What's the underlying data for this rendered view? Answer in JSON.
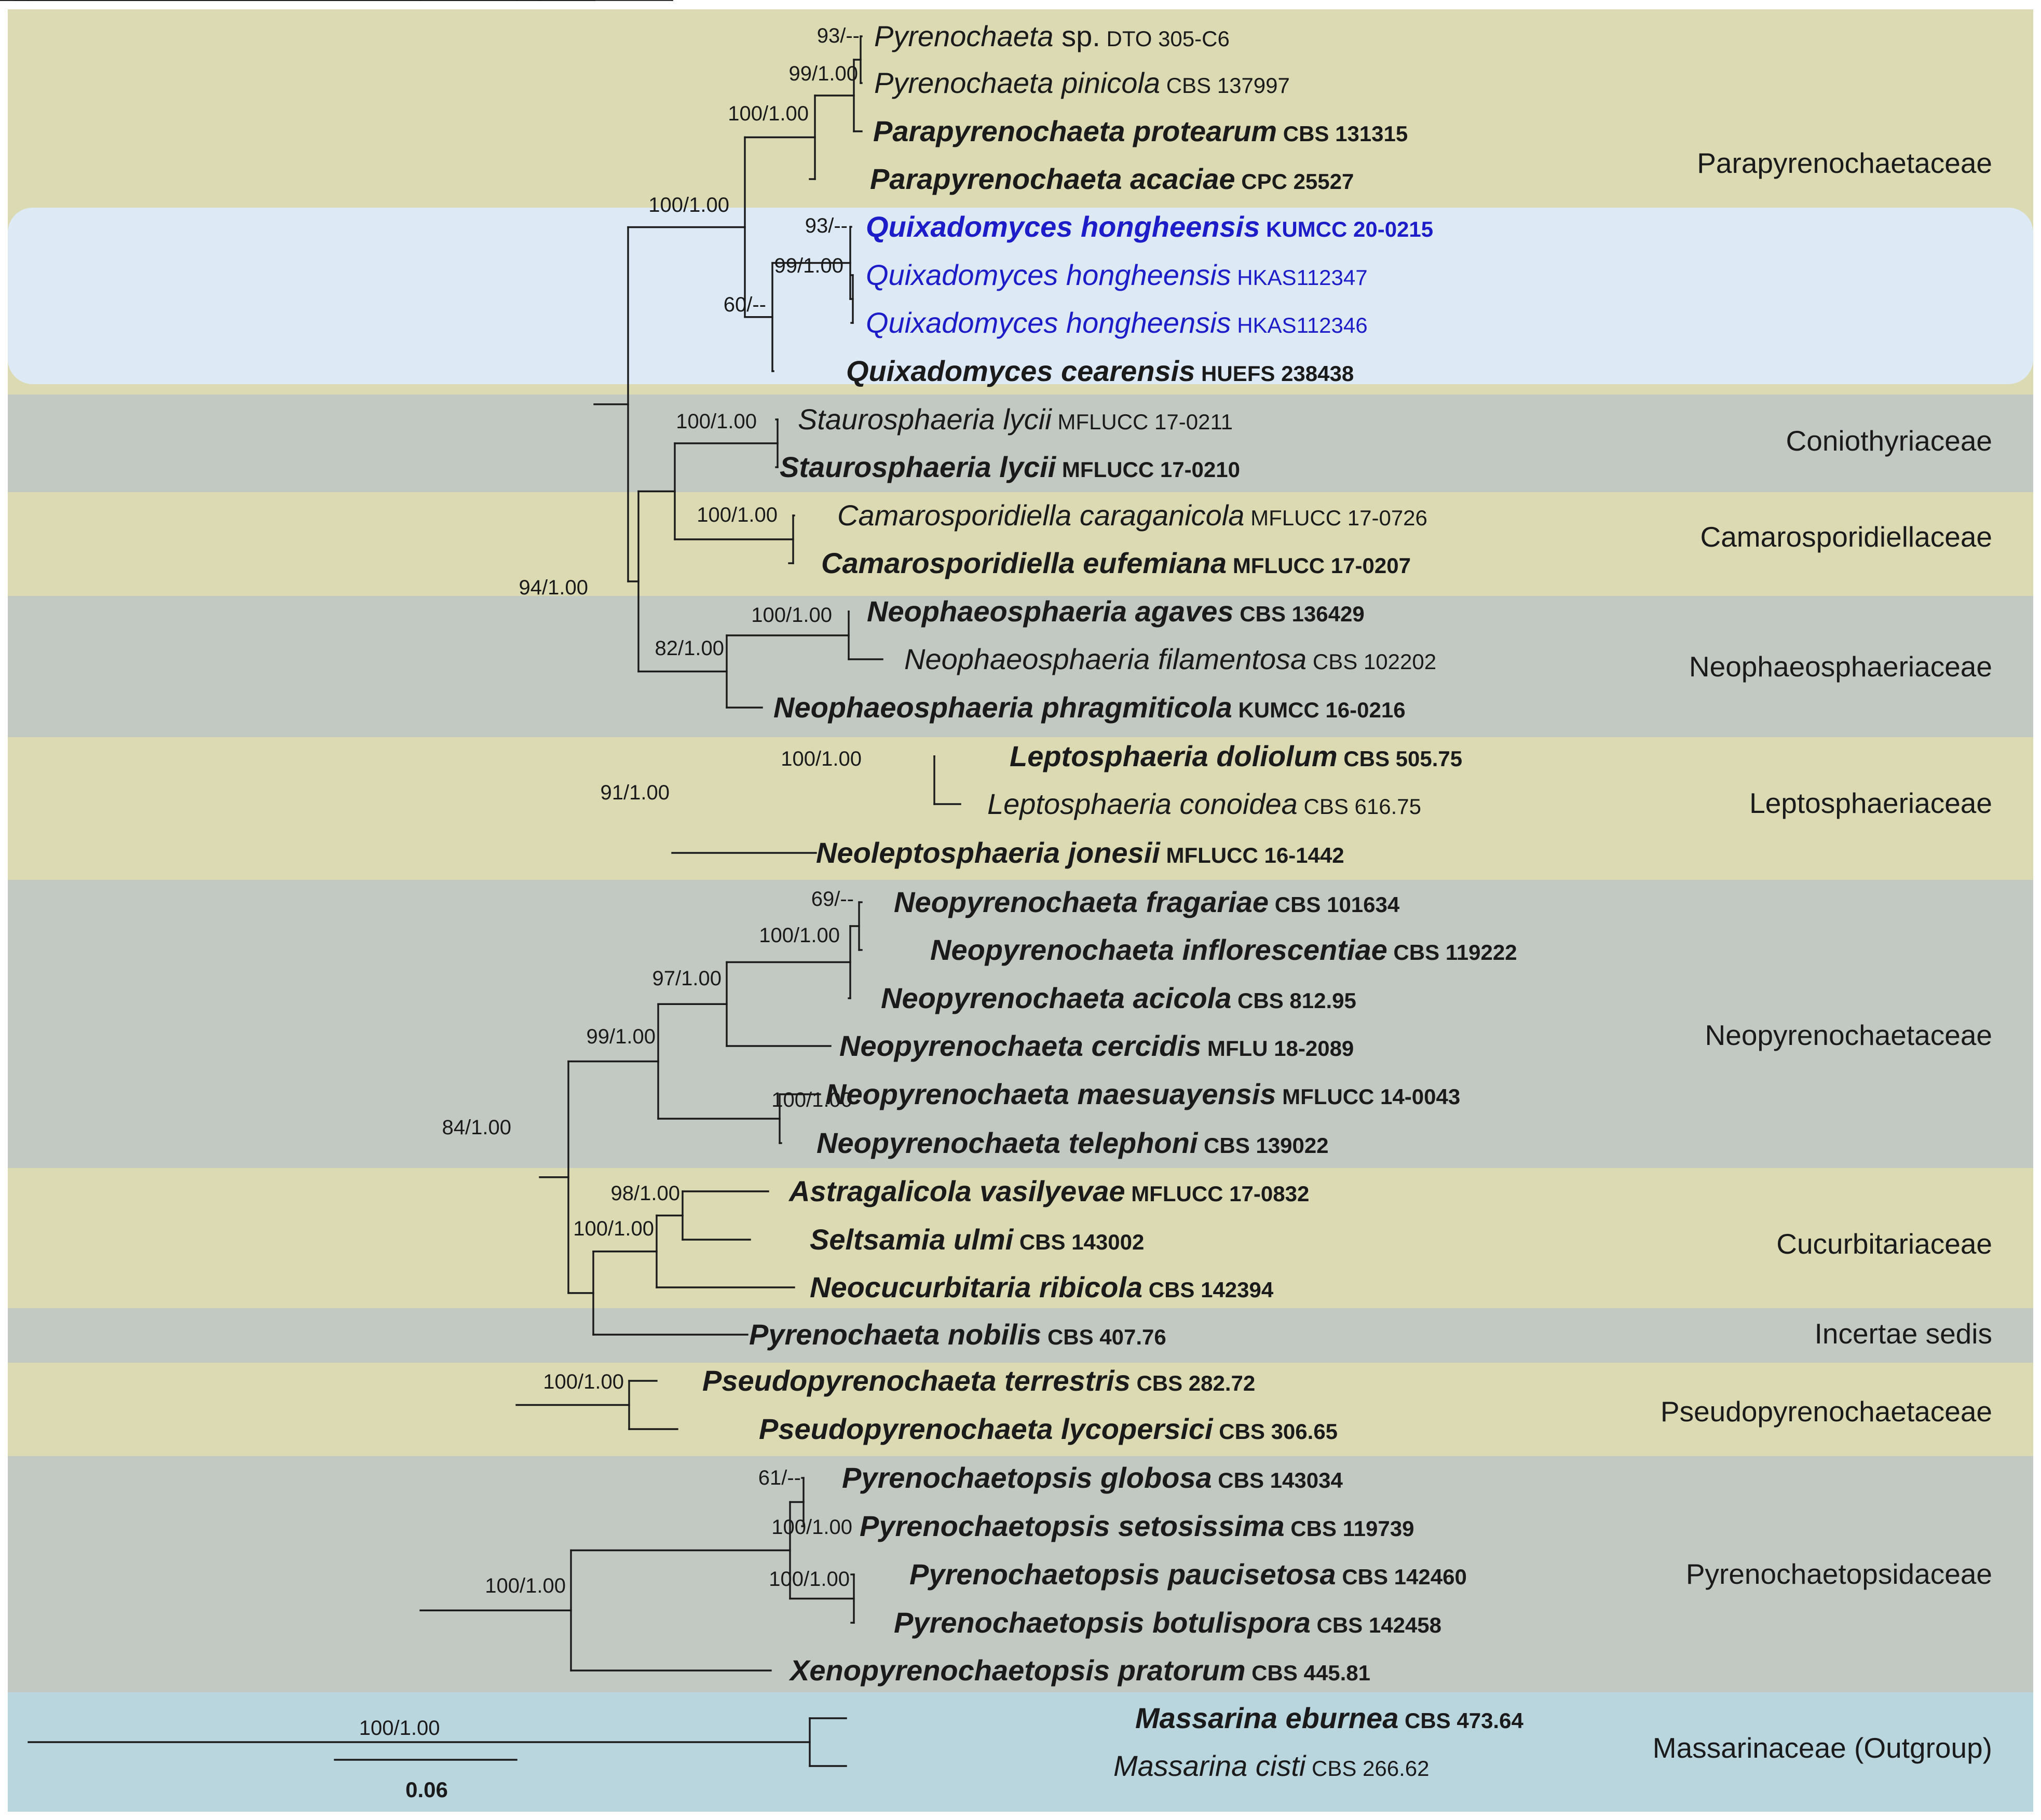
{
  "colors": {
    "band_tan": "#dcdab3",
    "band_gray": "#c2c9c3",
    "band_blue": "#b9d5de",
    "highlight_box": "#ddeaf6",
    "new_species_text": "#1c1cc8",
    "default_text": "#1a1a1a"
  },
  "families": [
    {
      "name": "Parapyrenochaetaceae",
      "shade": "tan"
    },
    {
      "name": "Coniothyriaceae",
      "shade": "gray"
    },
    {
      "name": "Camarosporidiellaceae",
      "shade": "tan"
    },
    {
      "name": "Neophaeosphaeriaceae",
      "shade": "gray"
    },
    {
      "name": "Leptosphaeriaceae",
      "shade": "tan"
    },
    {
      "name": "Neopyrenochaetaceae",
      "shade": "gray"
    },
    {
      "name": "Cucurbitariaceae",
      "shade": "tan"
    },
    {
      "name": "Incertae sedis",
      "shade": "gray"
    },
    {
      "name": "Pseudopyrenochaetaceae",
      "shade": "tan"
    },
    {
      "name": "Pyrenochaetopsidaceae",
      "shade": "gray"
    },
    {
      "name": "Massarinaceae (Outgroup)",
      "shade": "blue"
    }
  ],
  "taxa": [
    {
      "name": "Pyrenochaeta",
      "qualifier": "sp.",
      "strain": "DTO 305-C6",
      "bold": false,
      "new": false
    },
    {
      "name": "Pyrenochaeta pinicola",
      "strain": "CBS 137997",
      "bold": false,
      "new": false
    },
    {
      "name": "Parapyrenochaeta protearum",
      "strain": "CBS 131315",
      "bold": true,
      "new": false
    },
    {
      "name": "Parapyrenochaeta acaciae",
      "strain": "CPC 25527",
      "bold": true,
      "new": false
    },
    {
      "name": "Quixadomyces hongheensis",
      "strain": "KUMCC 20-0215",
      "bold": true,
      "new": true
    },
    {
      "name": "Quixadomyces hongheensis",
      "strain": "HKAS112347",
      "bold": false,
      "new": true
    },
    {
      "name": "Quixadomyces hongheensis",
      "strain": "HKAS112346",
      "bold": false,
      "new": true
    },
    {
      "name": "Quixadomyces cearensis",
      "strain": "HUEFS 238438",
      "bold": true,
      "new": false
    },
    {
      "name": "Staurosphaeria lycii",
      "strain": "MFLUCC 17-0211",
      "bold": false,
      "new": false
    },
    {
      "name": "Staurosphaeria lycii",
      "strain": "MFLUCC 17-0210",
      "bold": true,
      "new": false
    },
    {
      "name": "Camarosporidiella caraganicola",
      "strain": "MFLUCC 17-0726",
      "bold": false,
      "new": false
    },
    {
      "name": "Camarosporidiella eufemiana",
      "strain": "MFLUCC 17-0207",
      "bold": true,
      "new": false
    },
    {
      "name": "Neophaeosphaeria agaves",
      "strain": "CBS 136429",
      "bold": true,
      "new": false
    },
    {
      "name": "Neophaeosphaeria filamentosa",
      "strain": "CBS 102202",
      "bold": false,
      "new": false
    },
    {
      "name": "Neophaeosphaeria phragmiticola",
      "strain": "KUMCC 16-0216",
      "bold": true,
      "new": false
    },
    {
      "name": "Leptosphaeria doliolum",
      "strain": "CBS 505.75",
      "bold": true,
      "new": false
    },
    {
      "name": "Leptosphaeria conoidea",
      "strain": "CBS 616.75",
      "bold": false,
      "new": false
    },
    {
      "name": "Neoleptosphaeria jonesii",
      "strain": "MFLUCC 16-1442",
      "bold": true,
      "new": false
    },
    {
      "name": "Neopyrenochaeta fragariae",
      "strain": "CBS 101634",
      "bold": true,
      "new": false
    },
    {
      "name": "Neopyrenochaeta inflorescentiae",
      "strain": "CBS 119222",
      "bold": true,
      "new": false
    },
    {
      "name": "Neopyrenochaeta acicola",
      "strain": "CBS 812.95",
      "bold": true,
      "new": false
    },
    {
      "name": "Neopyrenochaeta cercidis",
      "strain": "MFLU 18-2089",
      "bold": true,
      "new": false
    },
    {
      "name": "Neopyrenochaeta maesuayensis",
      "strain": "MFLUCC 14-0043",
      "bold": true,
      "new": false
    },
    {
      "name": "Neopyrenochaeta telephoni",
      "strain": "CBS 139022",
      "bold": true,
      "new": false
    },
    {
      "name": "Astragalicola vasilyevae",
      "strain": "MFLUCC 17-0832",
      "bold": true,
      "new": false
    },
    {
      "name": "Seltsamia ulmi",
      "strain": "CBS 143002",
      "bold": true,
      "new": false
    },
    {
      "name": "Neocucurbitaria ribicola",
      "strain": "CBS 142394",
      "bold": true,
      "new": false
    },
    {
      "name": "Pyrenochaeta nobilis",
      "strain": "CBS 407.76",
      "bold": true,
      "new": false
    },
    {
      "name": "Pseudopyrenochaeta terrestris",
      "strain": "CBS 282.72",
      "bold": true,
      "new": false
    },
    {
      "name": "Pseudopyrenochaeta lycopersici",
      "strain": "CBS 306.65",
      "bold": true,
      "new": false
    },
    {
      "name": "Pyrenochaetopsis globosa",
      "strain": "CBS 143034",
      "bold": true,
      "new": false
    },
    {
      "name": "Pyrenochaetopsis setosissima",
      "strain": "CBS 119739",
      "bold": true,
      "new": false
    },
    {
      "name": "Pyrenochaetopsis paucisetosa",
      "strain": "CBS 142460",
      "bold": true,
      "new": false
    },
    {
      "name": "Pyrenochaetopsis botulispora",
      "strain": "CBS 142458",
      "bold": true,
      "new": false
    },
    {
      "name": "Xenopyrenochaetopsis pratorum",
      "strain": "CBS 445.81",
      "bold": true,
      "new": false
    },
    {
      "name": "Massarina eburnea",
      "strain": "CBS 473.64",
      "bold": true,
      "new": false
    },
    {
      "name": "Massarina cisti",
      "strain": "CBS 266.62",
      "bold": false,
      "new": false
    }
  ],
  "support_values": [
    "93/--",
    "99/1.00",
    "100/1.00",
    "100/1.00",
    "93/--",
    "99/1.00",
    "60/--",
    "100/1.00",
    "100/1.00",
    "94/1.00",
    "100/1.00",
    "82/1.00",
    "100/1.00",
    "91/1.00",
    "69/--",
    "100/1.00",
    "97/1.00",
    "99/1.00",
    "100/1.00",
    "84/1.00",
    "98/1.00",
    "100/1.00",
    "100/1.00",
    "100/1.00",
    "61/--",
    "100/1.00",
    "100/1.00",
    "100/1.00",
    "100/1.00"
  ],
  "scale_bar": {
    "label": "0.06"
  }
}
